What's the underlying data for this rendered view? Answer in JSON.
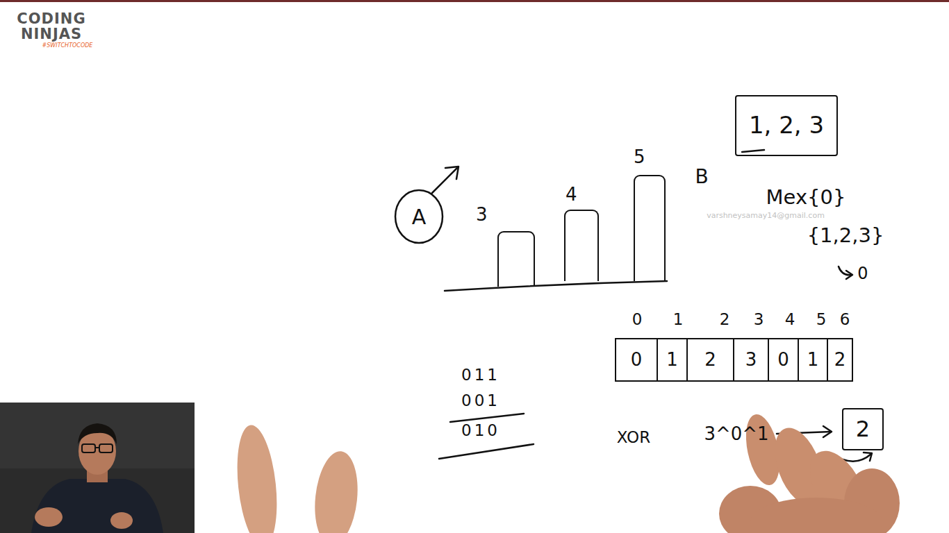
{
  "diagram": {
    "nodes": [
      {
        "text": [
          "1, 2, 3"
        ]
      },
      {
        "text": [
          "A"
        ]
      },
      {
        "text": [
          "3"
        ]
      },
      {
        "text": [
          "4"
        ]
      },
      {
        "text": [
          "5"
        ]
      },
      {
        "text": [
          "0"
        ]
      },
      {
        "text": [
          "1"
        ]
      },
      {
        "text": [
          "2"
        ]
      },
      {
        "text": [
          "3"
        ]
      },
      {
        "text": [
          "0"
        ]
      },
      {
        "text": [
          "1"
        ]
      },
      {
        "text": [
          "2"
        ]
      },
      {
        "text": [
          "2"
        ]
      }
    ],
    "labels": [
      "CODING",
      "NINJAS",
      "#SWITCHTOCODE",
      "B",
      "Mex{0}",
      "{1,2,3}",
      "0",
      "0",
      "1",
      "2",
      "3",
      "4",
      "5",
      "6",
      "011",
      "001",
      "010",
      "XOR",
      "3^0^1",
      "varshneysamay14@gmail.com"
    ]
  }
}
